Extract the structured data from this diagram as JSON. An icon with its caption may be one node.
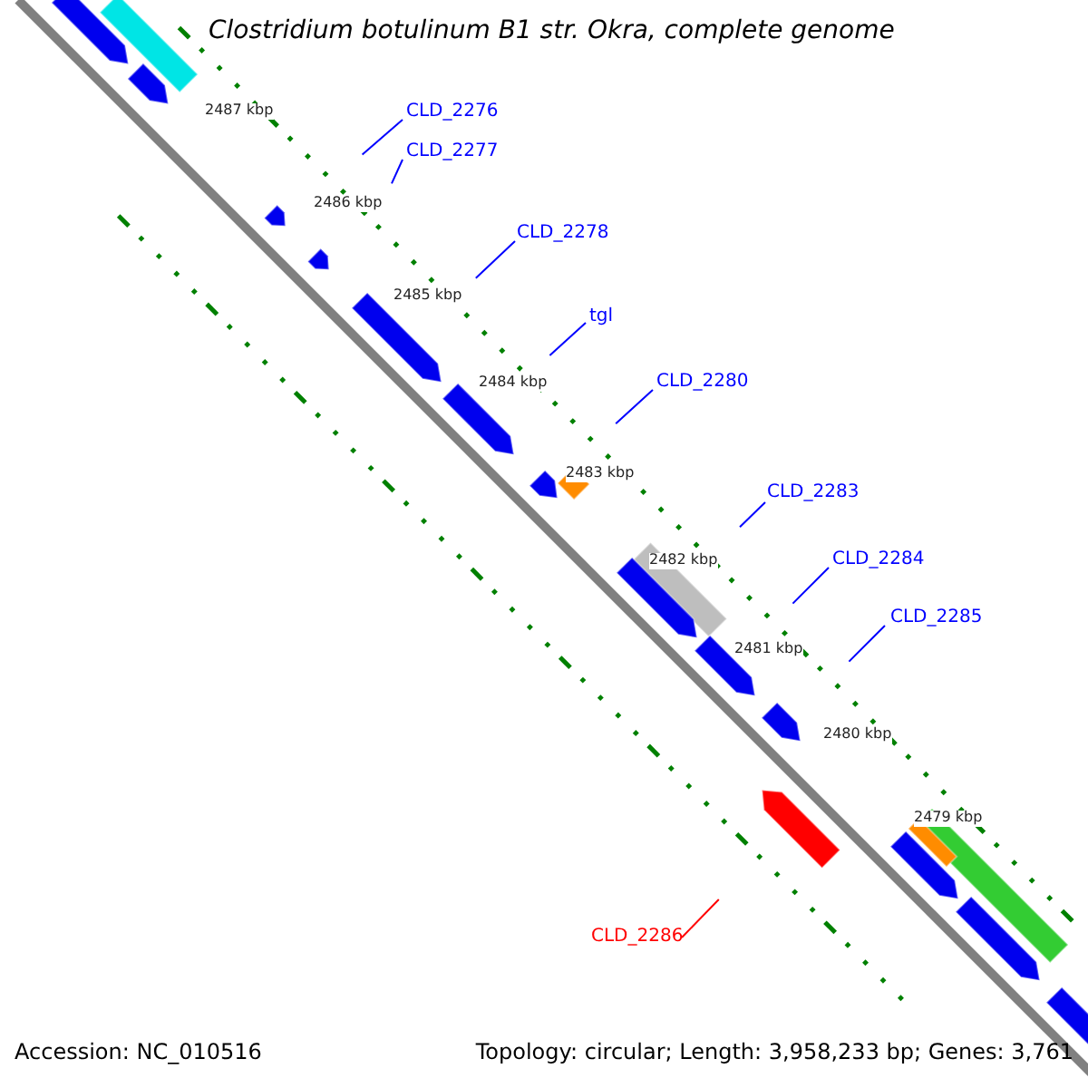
{
  "diagram": {
    "title": "Clostridium botulinum B1 str. Okra, complete genome",
    "nodes": [
      {
        "text": [
          "CLD_2276"
        ]
      },
      {
        "text": [
          "CLD_2277"
        ]
      },
      {
        "text": [
          "CLD_2278"
        ]
      },
      {
        "text": [
          "tgl"
        ]
      },
      {
        "text": [
          "CLD_2280"
        ]
      },
      {
        "text": [
          "CLD_2283"
        ]
      },
      {
        "text": [
          "CLD_2284"
        ]
      },
      {
        "text": [
          "CLD_2285"
        ]
      },
      {
        "text": [
          "CLD_2286"
        ]
      }
    ],
    "edges": [
      {
        "from": 0,
        "to": null,
        "arrow": "none"
      },
      {
        "from": 1,
        "to": null,
        "arrow": "none"
      },
      {
        "from": 2,
        "to": null,
        "arrow": "none"
      },
      {
        "from": 3,
        "to": null,
        "arrow": "none"
      },
      {
        "from": 4,
        "to": null,
        "arrow": "none"
      },
      {
        "from": 5,
        "to": null,
        "arrow": "none"
      },
      {
        "from": 6,
        "to": null,
        "arrow": "none"
      },
      {
        "from": 7,
        "to": null,
        "arrow": "none"
      },
      {
        "from": 8,
        "to": null,
        "arrow": "none",
        "color": "#ff0000"
      }
    ],
    "labels": [
      "2487 kbp",
      "2486 kbp",
      "2485 kbp",
      "2484 kbp",
      "2483 kbp",
      "2482 kbp",
      "2481 kbp",
      "2480 kbp",
      "2479 kbp",
      "Accession: NC_010516",
      "Topology: circular; Length: 3,958,233 bp; Genes: 3,761"
    ]
  }
}
